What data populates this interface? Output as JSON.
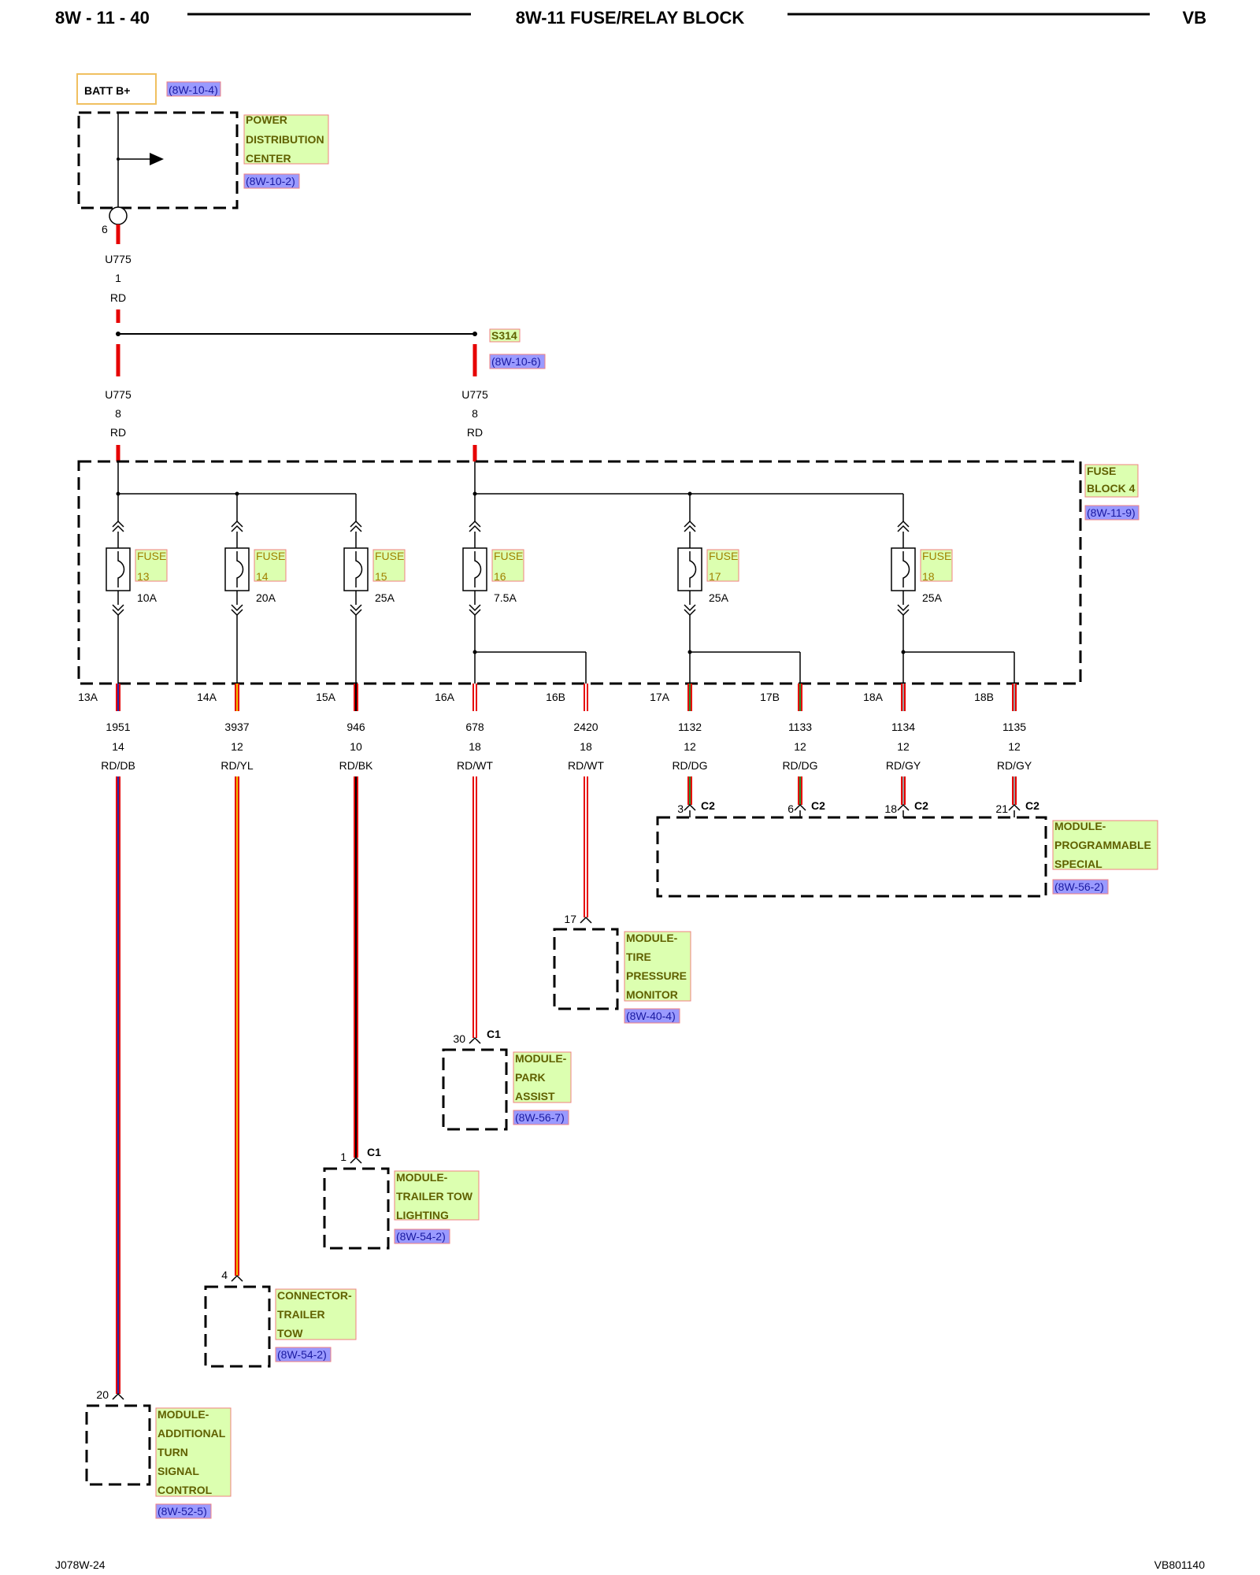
{
  "header": {
    "page_id": "8W - 11 - 40",
    "title": "8W-11 FUSE/RELAY BLOCK",
    "code": "VB"
  },
  "footer": {
    "left": "J078W-24",
    "right": "VB801140"
  },
  "batt": {
    "label": "BATT B+",
    "ref": "(8W-10-4)"
  },
  "pdc": {
    "name_lines": [
      "POWER",
      "DISTRIBUTION",
      "CENTER"
    ],
    "ref": "(8W-10-2)",
    "pin": "6"
  },
  "feed_wire": {
    "connector": "U775",
    "pin": "1",
    "color": "RD"
  },
  "splice": {
    "name": "S314",
    "ref": "(8W-10-6)"
  },
  "branch_left": {
    "connector": "U775",
    "pin": "8",
    "color": "RD"
  },
  "branch_right": {
    "connector": "U775",
    "pin": "8",
    "color": "RD"
  },
  "fuse_block": {
    "name_lines": [
      "FUSE",
      "BLOCK 4"
    ],
    "ref": "(8W-11-9)"
  },
  "fuses": [
    {
      "label": "FUSE",
      "number": "13",
      "rating": "10A"
    },
    {
      "label": "FUSE",
      "number": "14",
      "rating": "20A"
    },
    {
      "label": "FUSE",
      "number": "15",
      "rating": "25A"
    },
    {
      "label": "FUSE",
      "number": "16",
      "rating": "7.5A"
    },
    {
      "label": "FUSE",
      "number": "17",
      "rating": "25A"
    },
    {
      "label": "FUSE",
      "number": "18",
      "rating": "25A"
    }
  ],
  "outputs": [
    {
      "cavity": "13A",
      "circuit": "1951",
      "gauge": "14",
      "color": "RD/DB"
    },
    {
      "cavity": "14A",
      "circuit": "3937",
      "gauge": "12",
      "color": "RD/YL"
    },
    {
      "cavity": "15A",
      "circuit": "946",
      "gauge": "10",
      "color": "RD/BK"
    },
    {
      "cavity": "16A",
      "circuit": "678",
      "gauge": "18",
      "color": "RD/WT"
    },
    {
      "cavity": "16B",
      "circuit": "2420",
      "gauge": "18",
      "color": "RD/WT"
    },
    {
      "cavity": "17A",
      "circuit": "1132",
      "gauge": "12",
      "color": "RD/DG"
    },
    {
      "cavity": "17B",
      "circuit": "1133",
      "gauge": "12",
      "color": "RD/DG"
    },
    {
      "cavity": "18A",
      "circuit": "1134",
      "gauge": "12",
      "color": "RD/GY"
    },
    {
      "cavity": "18B",
      "circuit": "1135",
      "gauge": "12",
      "color": "RD/GY"
    }
  ],
  "mps": {
    "name_lines": [
      "MODULE-",
      "PROGRAMMABLE",
      "SPECIAL"
    ],
    "ref": "(8W-56-2)",
    "pins": [
      {
        "pin": "3",
        "connector": "C2"
      },
      {
        "pin": "6",
        "connector": "C2"
      },
      {
        "pin": "18",
        "connector": "C2"
      },
      {
        "pin": "21",
        "connector": "C2"
      }
    ]
  },
  "tpm": {
    "name_lines": [
      "MODULE-",
      "TIRE",
      "PRESSURE",
      "MONITOR"
    ],
    "ref": "(8W-40-4)",
    "pin": "17"
  },
  "park": {
    "name_lines": [
      "MODULE-",
      "PARK",
      "ASSIST"
    ],
    "ref": "(8W-56-7)",
    "pin": "30",
    "connector": "C1"
  },
  "trailer_module": {
    "name_lines": [
      "MODULE-",
      "TRAILER TOW",
      "LIGHTING"
    ],
    "ref": "(8W-54-2)",
    "pin": "1",
    "connector": "C1"
  },
  "trailer_connector": {
    "name_lines": [
      "CONNECTOR-",
      "TRAILER",
      "TOW"
    ],
    "ref": "(8W-54-2)",
    "pin": "4"
  },
  "turn_module": {
    "name_lines": [
      "MODULE-",
      "ADDITIONAL",
      "TURN",
      "SIGNAL",
      "CONTROL"
    ],
    "ref": "(8W-52-5)",
    "pin": "20"
  },
  "colors": {
    "red": "#e60000",
    "dark_blue": "#2a2aa8",
    "yellow": "#f0c000",
    "white": "#ffffff",
    "dark_green": "#2e8b2e",
    "gray": "#9a9a9a",
    "label_fill": "#dcffb0",
    "label_stroke": "#f08080",
    "ref_fill": "#9a9aff",
    "batt_stroke": "#f0c060"
  }
}
